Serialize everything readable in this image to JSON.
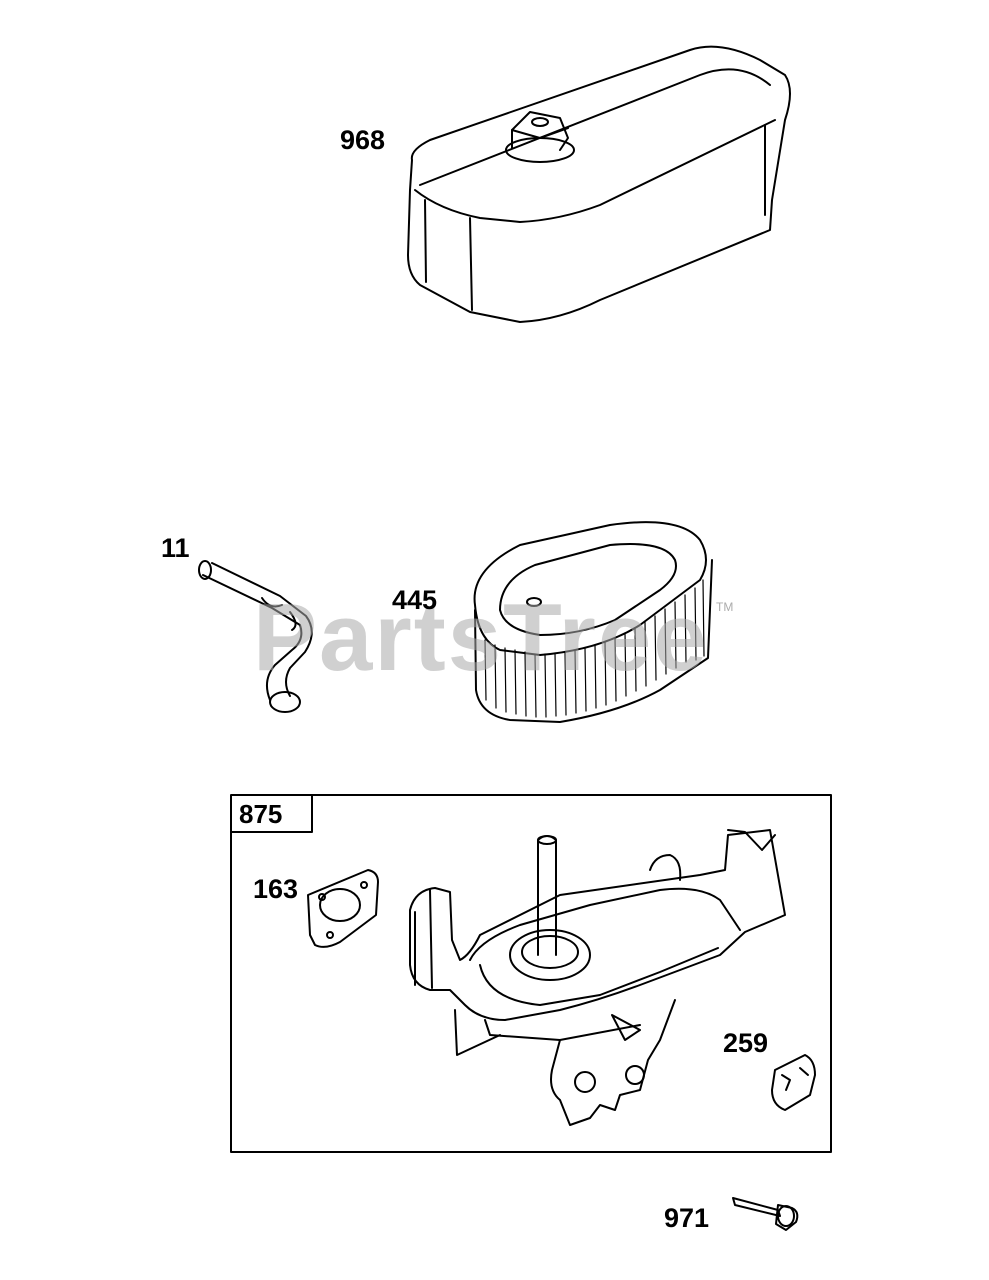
{
  "watermark": {
    "text": "PartsTree",
    "trademark": "TM"
  },
  "parts": [
    {
      "id": "part-968",
      "label": "968",
      "description_hint": "air cleaner cover"
    },
    {
      "id": "part-11",
      "label": "11",
      "description_hint": "breather tube"
    },
    {
      "id": "part-445",
      "label": "445",
      "description_hint": "air filter cartridge"
    },
    {
      "id": "part-875",
      "label": "875",
      "description_hint": "air cleaner base kit"
    },
    {
      "id": "part-163",
      "label": "163",
      "description_hint": "gasket"
    },
    {
      "id": "part-259",
      "label": "259",
      "description_hint": "clip"
    },
    {
      "id": "part-971",
      "label": "971",
      "description_hint": "screw"
    }
  ],
  "colors": {
    "line": "#000000",
    "background": "#ffffff",
    "watermark": "#aaaaaa"
  }
}
